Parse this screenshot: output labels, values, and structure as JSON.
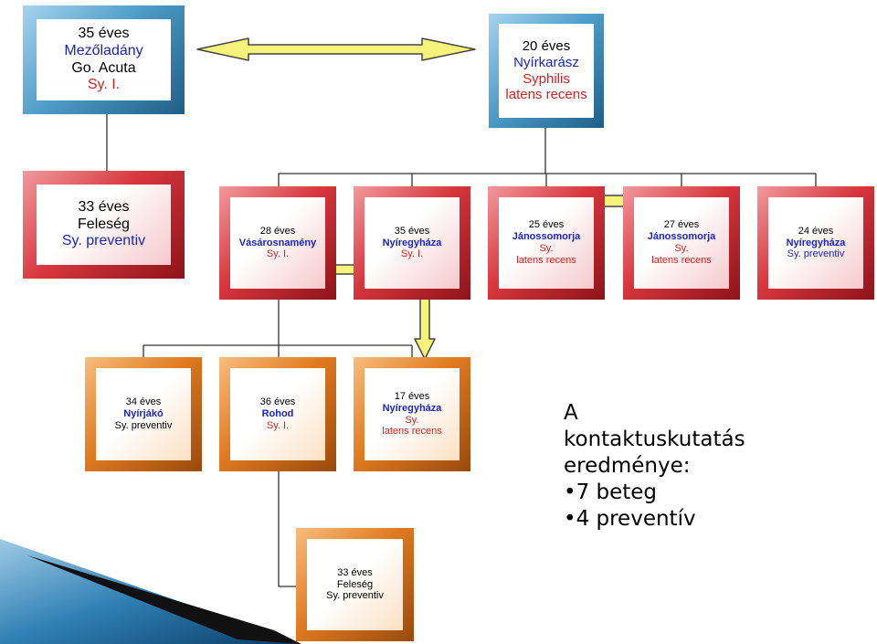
{
  "colors": {
    "blue_frame": "#3e8db8",
    "red_frame": "#d9383f",
    "orange_frame": "#e07a20",
    "arrow_fill": "#f6f37a",
    "name_blue": "#1a23c8",
    "text_red": "#d81e1e"
  },
  "boxes": {
    "b1": {
      "l1": "35 éves",
      "l2": "Mezőladány",
      "l3": "Go. Acuta",
      "l4": "Sy. I."
    },
    "b2": {
      "l1": "20 éves",
      "l2": "Nyírkarász",
      "l3": "Syphilis",
      "l4": "latens recens"
    },
    "r1": {
      "l1": "33 éves",
      "l2": "Feleség",
      "l3": "Sy. preventiv"
    },
    "r2": {
      "l1": "28 éves",
      "l2": "Vásárosnamény",
      "l3": "Sy. I."
    },
    "r3": {
      "l1": "35 éves",
      "l2": "Nyíregyháza",
      "l3": "Sy. I."
    },
    "r4": {
      "l1": "25 éves",
      "l2": "Jánossomorja",
      "l3": "Sy.",
      "l4": "latens recens"
    },
    "r5": {
      "l1": "27 éves",
      "l2": "Jánossomorja",
      "l3": "Sy.",
      "l4": "latens recens"
    },
    "r6": {
      "l1": "24 éves",
      "l2": "Nyíregyháza",
      "l3": "Sy. preventiv"
    },
    "o1": {
      "l1": "34 éves",
      "l2": "Nyírjákó",
      "l3": "Sy. preventiv"
    },
    "o2": {
      "l1": "36 éves",
      "l2": "Rohod",
      "l3": "Sy. I."
    },
    "o3": {
      "l1": "17 éves",
      "l2": "Nyíregyháza",
      "l3": "Sy.",
      "l4": "latens recens"
    },
    "o4": {
      "l1": "33 éves",
      "l2": "Feleség",
      "l3": "Sy. preventiv"
    }
  },
  "result": {
    "l1": "A",
    "l2": "kontaktuskutatás",
    "l3": "eredménye:",
    "l4": "•7 beteg",
    "l5": "•4 preventív"
  }
}
